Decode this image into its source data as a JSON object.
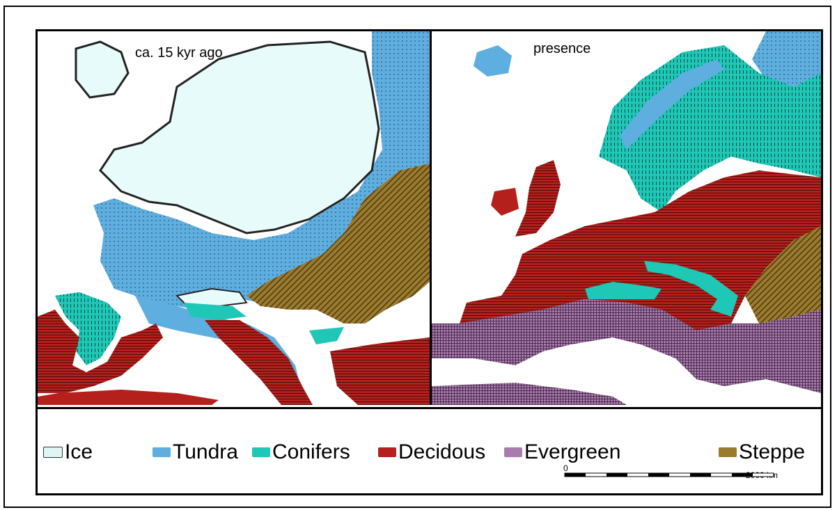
{
  "maps": {
    "left": {
      "label": "ca. 15 kyr ago"
    },
    "right": {
      "label": "presence"
    }
  },
  "legend": {
    "items": [
      {
        "label": "Ice",
        "color": "#dff6f6"
      },
      {
        "label": "Tundra",
        "color": "#5faee0"
      },
      {
        "label": "Conifers",
        "color": "#1fc7b6"
      },
      {
        "label": "Decidous",
        "color": "#b5201c"
      },
      {
        "label": "Evergreen",
        "color": "#a97cae"
      },
      {
        "label": "Steppe",
        "color": "#9a7a2e"
      }
    ]
  },
  "scale": {
    "start_label": "0",
    "end_label": "2000 km"
  },
  "colors": {
    "ice": "#e8fbfb",
    "tundra": "#5faee0",
    "conifers": "#1fc7b6",
    "decidous": "#b5201c",
    "evergreen": "#a97cae",
    "steppe": "#9a7a2e",
    "water": "#ffffff"
  }
}
